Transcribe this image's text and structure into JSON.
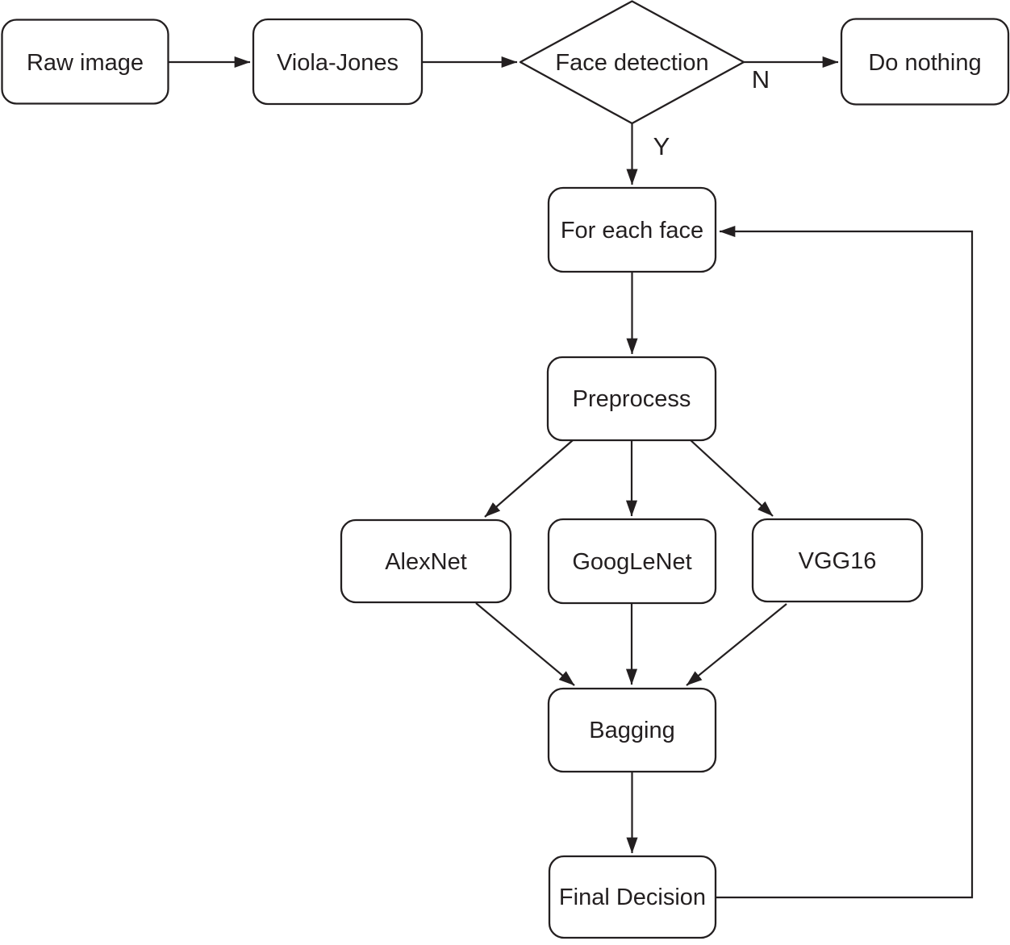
{
  "diagram": {
    "type": "flowchart",
    "colors": {
      "stroke": "#231f20",
      "text": "#231f20",
      "node-fill": "#ffffff",
      "background": "#ffffff"
    },
    "nodes": {
      "raw_image": {
        "label": "Raw image",
        "shape": "rounded-rect"
      },
      "viola_jones": {
        "label": "Viola-Jones",
        "shape": "rounded-rect"
      },
      "face_detection": {
        "label": "Face detection",
        "shape": "diamond"
      },
      "do_nothing": {
        "label": "Do nothing",
        "shape": "rounded-rect"
      },
      "for_each_face": {
        "label": "For each face",
        "shape": "rounded-rect"
      },
      "preprocess": {
        "label": "Preprocess",
        "shape": "rounded-rect"
      },
      "alexnet": {
        "label": "AlexNet",
        "shape": "rounded-rect"
      },
      "googlenet": {
        "label": "GoogLeNet",
        "shape": "rounded-rect"
      },
      "vgg16": {
        "label": "VGG16",
        "shape": "rounded-rect"
      },
      "bagging": {
        "label": "Bagging",
        "shape": "rounded-rect"
      },
      "final_decision": {
        "label": "Final Decision",
        "shape": "rounded-rect"
      }
    },
    "edge_labels": {
      "no": "N",
      "yes": "Y"
    },
    "edges": [
      {
        "from": "raw_image",
        "to": "viola_jones"
      },
      {
        "from": "viola_jones",
        "to": "face_detection"
      },
      {
        "from": "face_detection",
        "to": "do_nothing",
        "label": "N"
      },
      {
        "from": "face_detection",
        "to": "for_each_face",
        "label": "Y"
      },
      {
        "from": "for_each_face",
        "to": "preprocess"
      },
      {
        "from": "preprocess",
        "to": "alexnet"
      },
      {
        "from": "preprocess",
        "to": "googlenet"
      },
      {
        "from": "preprocess",
        "to": "vgg16"
      },
      {
        "from": "alexnet",
        "to": "bagging"
      },
      {
        "from": "googlenet",
        "to": "bagging"
      },
      {
        "from": "vgg16",
        "to": "bagging"
      },
      {
        "from": "bagging",
        "to": "final_decision"
      },
      {
        "from": "final_decision",
        "to": "for_each_face"
      }
    ]
  }
}
